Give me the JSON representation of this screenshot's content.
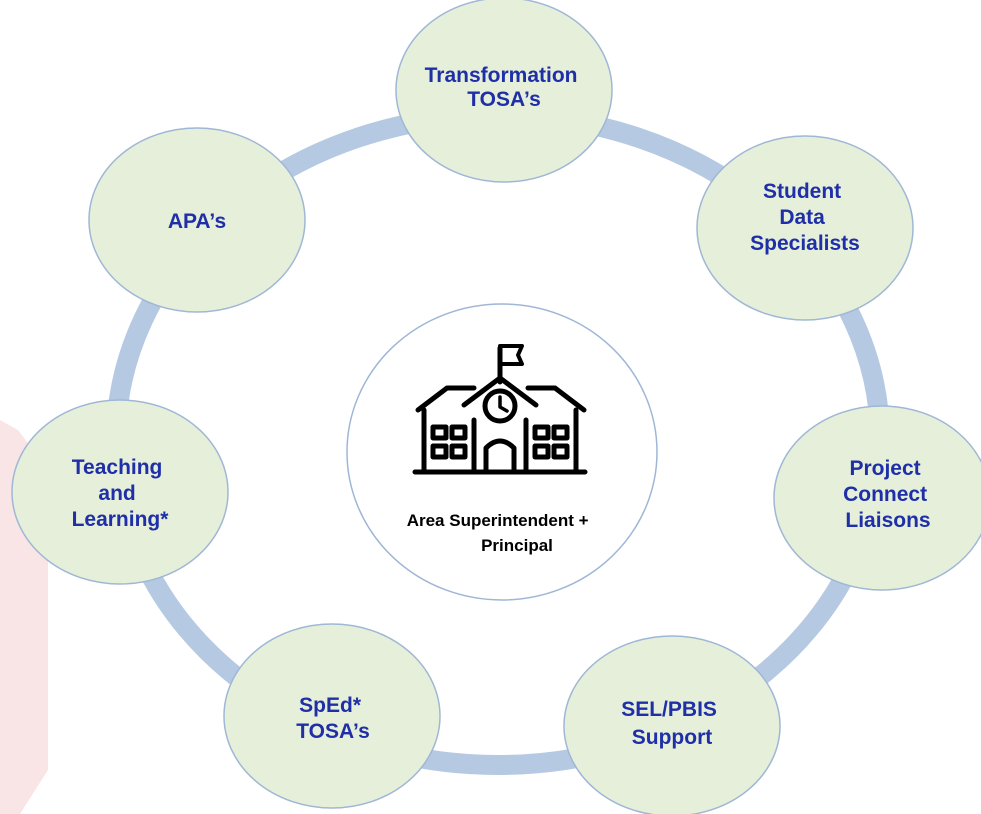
{
  "colors": {
    "ring": "#b5c9e3",
    "node_fill": "#e6efd9",
    "node_stroke": "#9fb7d6",
    "node_text": "#1f2fa8",
    "center_stroke": "#9fb7d6",
    "center_text": "#000000",
    "left_accent": "#f7d3d6"
  },
  "center": {
    "icon": "school-building-icon",
    "label_lines": [
      "Area Superintendent +",
      "Principal"
    ]
  },
  "nodes": [
    {
      "id": "transformation-tosas",
      "lines": [
        "Transformation",
        "TOSA’s"
      ]
    },
    {
      "id": "student-data-specialists",
      "lines": [
        "Student",
        "Data",
        "Specialists"
      ]
    },
    {
      "id": "project-connect-liaisons",
      "lines": [
        "Project",
        "Connect",
        "Liaisons"
      ]
    },
    {
      "id": "sel-pbis-support",
      "lines": [
        "SEL/PBIS",
        "Support"
      ]
    },
    {
      "id": "sped-tosas",
      "lines": [
        "SpEd*",
        "TOSA’s"
      ]
    },
    {
      "id": "teaching-and-learning",
      "lines": [
        "Teaching",
        "and",
        "Learning*"
      ]
    },
    {
      "id": "apas",
      "lines": [
        "APA’s"
      ]
    }
  ]
}
